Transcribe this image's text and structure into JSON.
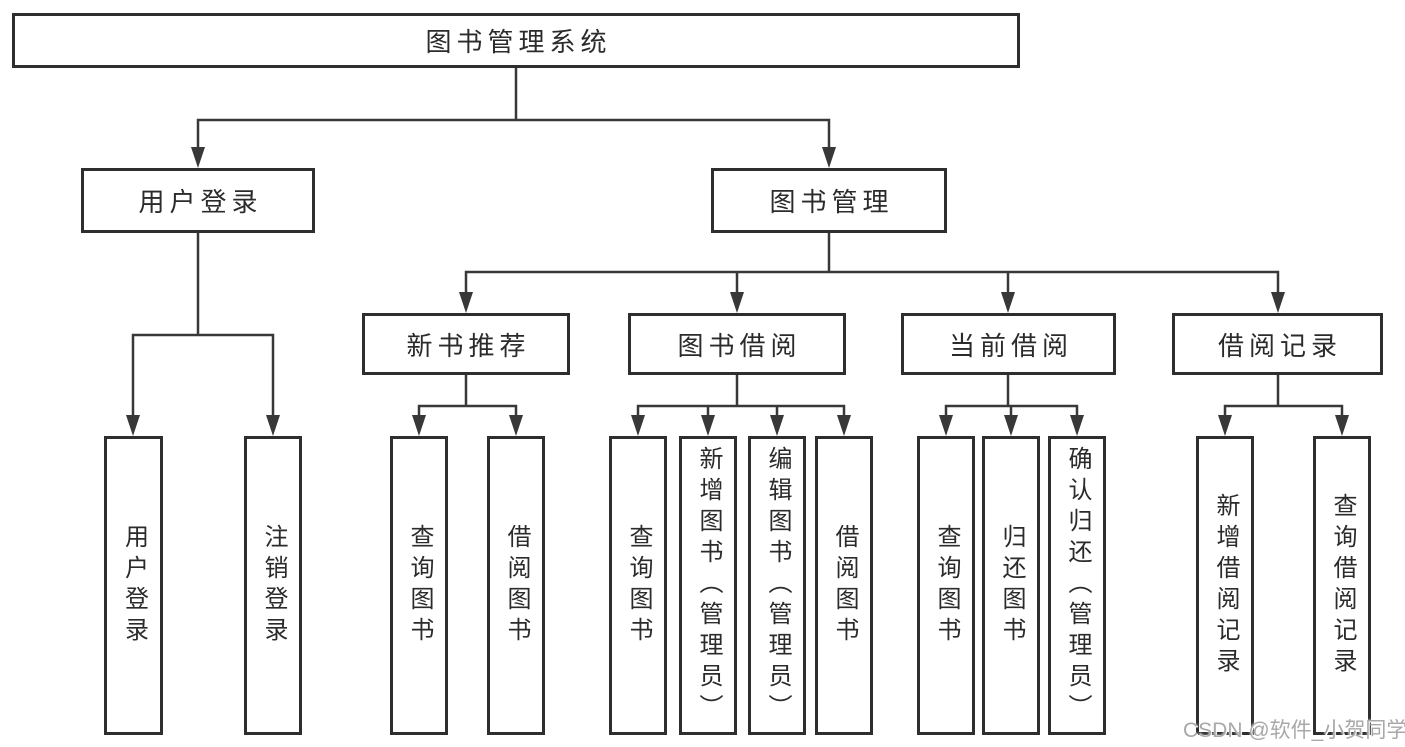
{
  "diagram": {
    "root": {
      "label": "图书管理系统"
    },
    "branches": {
      "user_login": {
        "label": "用户登录"
      },
      "book_management": {
        "label": "图书管理"
      }
    },
    "modules": {
      "new_book_recommend": {
        "label": "新书推荐"
      },
      "book_borrowing": {
        "label": "图书借阅"
      },
      "current_borrowing": {
        "label": "当前借阅"
      },
      "borrowing_records": {
        "label": "借阅记录"
      }
    },
    "leaves": {
      "user_login": {
        "label": "用户登录"
      },
      "logout": {
        "label": "注销登录"
      },
      "nbr_query_books": {
        "label": "查询图书"
      },
      "nbr_borrow_books": {
        "label": "借阅图书"
      },
      "bb_query_books": {
        "label": "查询图书"
      },
      "bb_add_books": {
        "label": "新增图书（管理员）"
      },
      "bb_edit_books": {
        "label": "编辑图书（管理员）"
      },
      "bb_borrow_books": {
        "label": "借阅图书"
      },
      "cb_query_books": {
        "label": "查询图书"
      },
      "cb_return_books": {
        "label": "归还图书"
      },
      "cb_confirm_return": {
        "label": "确认归还（管理员）"
      },
      "br_add_record": {
        "label": "新增借阅记录"
      },
      "br_query_record": {
        "label": "查询借阅记录"
      }
    }
  },
  "watermark": {
    "text": "CSDN @软件_小贺同学"
  },
  "colors": {
    "line": "#383838",
    "box_border": "#2e2e2e",
    "text": "#2b2b2b",
    "background": "#ffffff",
    "watermark": "#a8a8a8"
  }
}
